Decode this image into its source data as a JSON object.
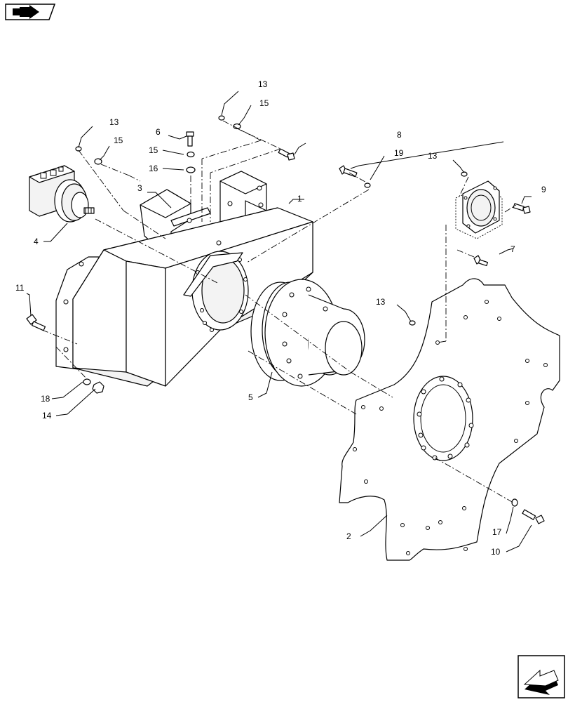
{
  "nav": {
    "back_icon": "reference-book-arrow-icon",
    "next_icon": "next-page-arrow-icon"
  },
  "diagram": {
    "callouts": {
      "c1": "1",
      "c2": "2",
      "c3": "3",
      "c4": "4",
      "c5": "5",
      "c6": "6",
      "c7": "7",
      "c8": "8",
      "c9": "9",
      "c10": "10",
      "c11": "11",
      "c13a": "13",
      "c13b": "13",
      "c13c": "13",
      "c13d": "13",
      "c14": "14",
      "c15a": "15",
      "c15b": "15",
      "c15c": "15",
      "c16": "16",
      "c17": "17",
      "c18": "18",
      "c19": "19"
    }
  }
}
